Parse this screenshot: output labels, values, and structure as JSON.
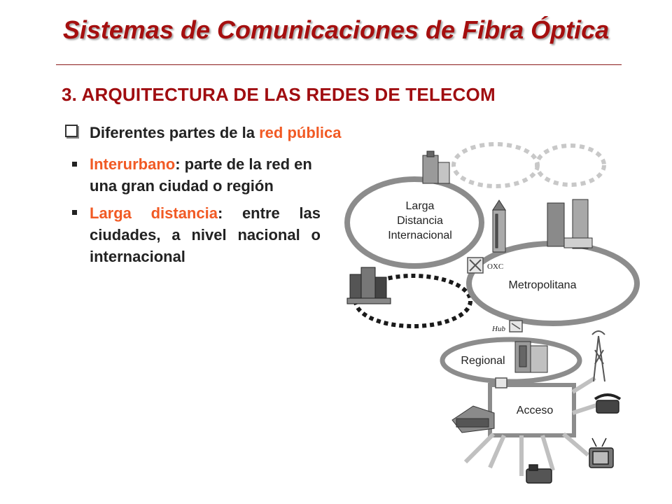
{
  "slide": {
    "title": "Sistemas de Comunicaciones de Fibra Óptica",
    "subtitle": "3. ARQUITECTURA DE LAS REDES DE TELECOM"
  },
  "bullets": {
    "main_prefix": "Diferentes partes de la ",
    "main_highlight": "red pública",
    "interurbano_term": "Interurbano",
    "interurbano_rest": ": parte de la red en una gran ciudad o región",
    "larga_term": "Larga distancia",
    "larga_rest": ":  entre las ciudades, a nivel nacional o internacional"
  },
  "diagram": {
    "ring_larga_line1": "Larga",
    "ring_larga_line2": "Distancia",
    "ring_larga_line3": "Internacional",
    "ring_metro": "Metropolitana",
    "ring_regional": "Regional",
    "box_acceso": "Acceso",
    "node_oxc": "OXC",
    "node_hub": "Hub"
  },
  "colors": {
    "title": "#a50f0f",
    "highlight": "#f15a24",
    "ring": "#8c8c8c"
  }
}
